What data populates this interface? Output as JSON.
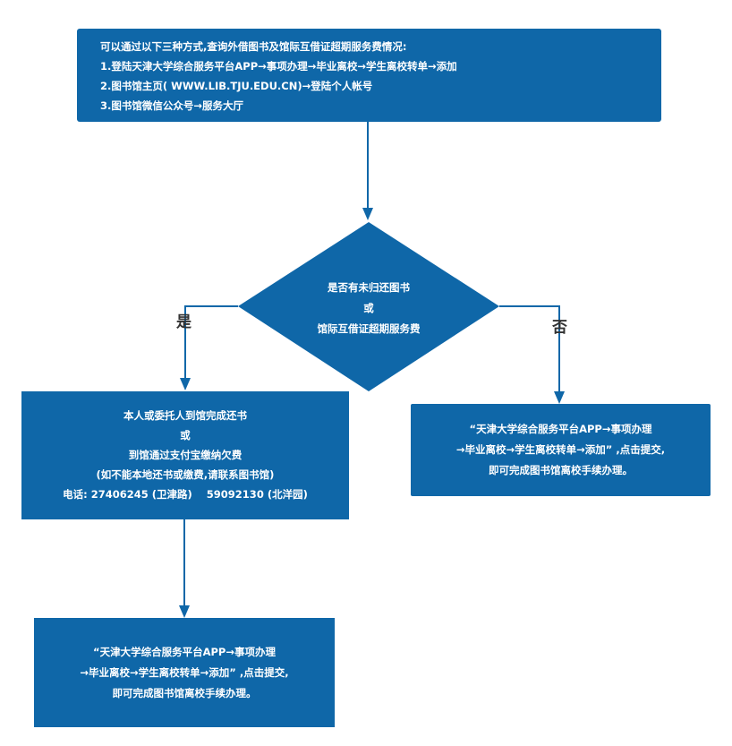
{
  "colors": {
    "box_fill": "#0f67a8",
    "connector": "#0f67a8",
    "text_on_box": "#ffffff",
    "label_text": "#333333"
  },
  "top_box": {
    "lines": [
      "可以通过以下三种方式,查询外借图书及馆际互借证超期服务费情况:",
      "1.登陆天津大学综合服务平台APP→事项办理→毕业离校→学生离校转单→添加",
      "2.图书馆主页( WWW.LIB.TJU.EDU.CN)→登陆个人帐号",
      "3.图书馆微信公众号→服务大厅"
    ]
  },
  "decision": {
    "lines": [
      "是否有未归还图书",
      "或",
      "馆际互借证超期服务费"
    ]
  },
  "branches": {
    "yes_label": "是",
    "no_label": "否"
  },
  "left_box": {
    "lines": [
      "本人或委托人到馆完成还书",
      "或",
      "到馆通过支付宝缴纳欠费",
      "(如不能本地还书或缴费,请联系图书馆)",
      "电话: 27406245 (卫津路)    59092130 (北洋园)"
    ]
  },
  "right_box": {
    "lines": [
      "“天津大学综合服务平台APP→事项办理",
      "→毕业离校→学生离校转单→添加” ,点击提交,",
      "即可完成图书馆离校手续办理。"
    ]
  },
  "bottom_box": {
    "lines": [
      "“天津大学综合服务平台APP→事项办理",
      "→毕业离校→学生离校转单→添加” ,点击提交,",
      "即可完成图书馆离校手续办理。"
    ]
  }
}
